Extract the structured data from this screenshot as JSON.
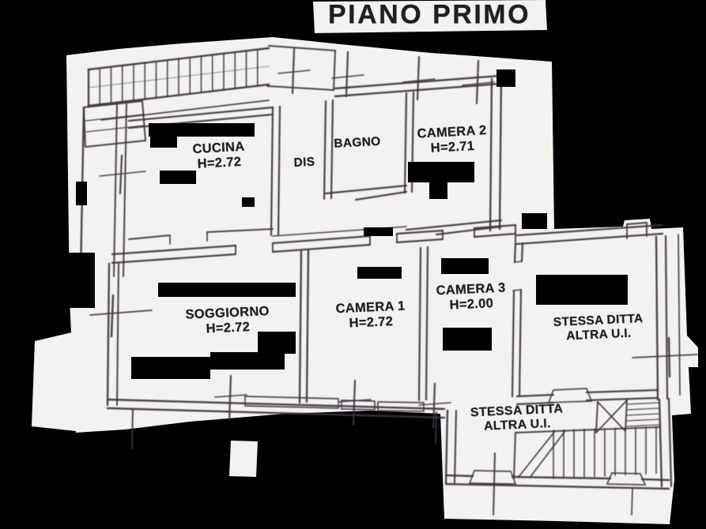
{
  "title": "PIANO PRIMO",
  "rooms": {
    "cucina": {
      "label": "CUCINA",
      "height": "H=2.72"
    },
    "dis": {
      "label": "DIS"
    },
    "bagno": {
      "label": "BAGNO"
    },
    "camera2": {
      "label": "CAMERA 2",
      "height": "H=2.71"
    },
    "soggiorno": {
      "label": "SOGGIORNO",
      "height": "H=2.72"
    },
    "camera1": {
      "label": "CAMERA 1",
      "height": "H=2.72"
    },
    "camera3": {
      "label": "CAMERA 3",
      "height": "H=2.00"
    },
    "other_unit_right": {
      "label": "STESSA DITTA",
      "sublabel": "ALTRA U.I."
    },
    "other_unit_bottom": {
      "label": "STESSA DITTA",
      "sublabel": "ALTRA U.I."
    }
  },
  "colors": {
    "background": "#000000",
    "paper": "#f3f2ee",
    "line": "#3a3440",
    "text": "#1f1f1f"
  }
}
